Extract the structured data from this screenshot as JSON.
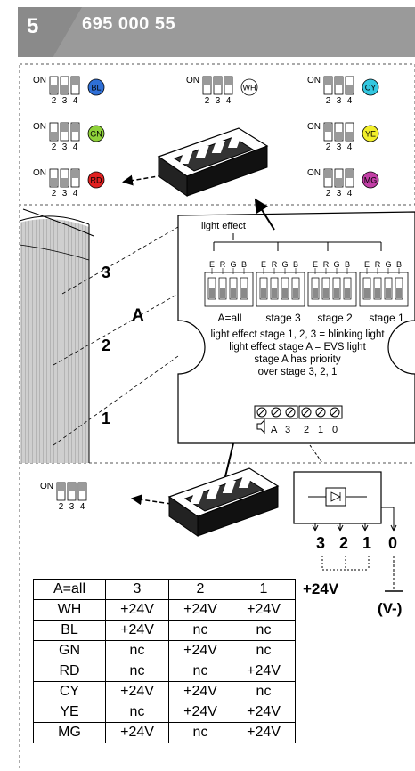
{
  "header": {
    "section_number": "5",
    "part_number": "695 000 55"
  },
  "dip_switches": [
    {
      "code": "BL",
      "color": "#2f6fd6",
      "on_label": "ON",
      "positions": [
        "2",
        "3",
        "4"
      ],
      "pattern": [
        "down",
        "down",
        "up"
      ]
    },
    {
      "code": "WH",
      "color": "#ffffff",
      "on_label": "ON",
      "positions": [
        "2",
        "3",
        "4"
      ],
      "pattern": [
        "up",
        "up",
        "up"
      ]
    },
    {
      "code": "CY",
      "color": "#33c7e0",
      "on_label": "ON",
      "positions": [
        "2",
        "3",
        "4"
      ],
      "pattern": [
        "up",
        "up",
        "down"
      ]
    },
    {
      "code": "GN",
      "color": "#8fd13a",
      "on_label": "ON",
      "positions": [
        "2",
        "3",
        "4"
      ],
      "pattern": [
        "down",
        "up",
        "up"
      ]
    },
    {
      "code": "YE",
      "color": "#f2ef2a",
      "on_label": "ON",
      "positions": [
        "2",
        "3",
        "4"
      ],
      "pattern": [
        "up",
        "down",
        "down"
      ]
    },
    {
      "code": "RD",
      "color": "#e02020",
      "on_label": "ON",
      "positions": [
        "2",
        "3",
        "4"
      ],
      "pattern": [
        "down",
        "down",
        "up"
      ]
    },
    {
      "code": "MG",
      "color": "#c23fa6",
      "on_label": "ON",
      "positions": [
        "2",
        "3",
        "4"
      ],
      "pattern": [
        "up",
        "down",
        "up"
      ]
    }
  ],
  "bottom_switch": {
    "on_label": "ON",
    "positions": [
      "2",
      "3",
      "4"
    ]
  },
  "module": {
    "light_effect_label": "light effect",
    "switch_letters": [
      "E",
      "R",
      "G",
      "B"
    ],
    "stage_labels": [
      "A=all",
      "stage 3",
      "stage 2",
      "stage 1"
    ],
    "notes": [
      "light effect stage 1, 2, 3 = blinking light",
      "light effect stage A = EVS light",
      "stage A has priority",
      "over stage 3, 2, 1"
    ],
    "terminal_labels": [
      "A",
      "3",
      "2",
      "1",
      "0"
    ]
  },
  "beacon": {
    "stages": [
      "3",
      "2",
      "1"
    ],
    "label_A": "A"
  },
  "wiring": {
    "terminals": [
      "3",
      "2",
      "1",
      "0"
    ],
    "plus_label": "+24V",
    "minus_label": "(V-)"
  },
  "table": {
    "headers": [
      "A=all",
      "3",
      "2",
      "1"
    ],
    "rows": [
      [
        "WH",
        "+24V",
        "+24V",
        "+24V"
      ],
      [
        "BL",
        "+24V",
        "nc",
        "nc"
      ],
      [
        "GN",
        "nc",
        "+24V",
        "nc"
      ],
      [
        "RD",
        "nc",
        "nc",
        "+24V"
      ],
      [
        "CY",
        "+24V",
        "+24V",
        "nc"
      ],
      [
        "YE",
        "nc",
        "+24V",
        "+24V"
      ],
      [
        "MG",
        "+24V",
        "nc",
        "+24V"
      ]
    ]
  }
}
